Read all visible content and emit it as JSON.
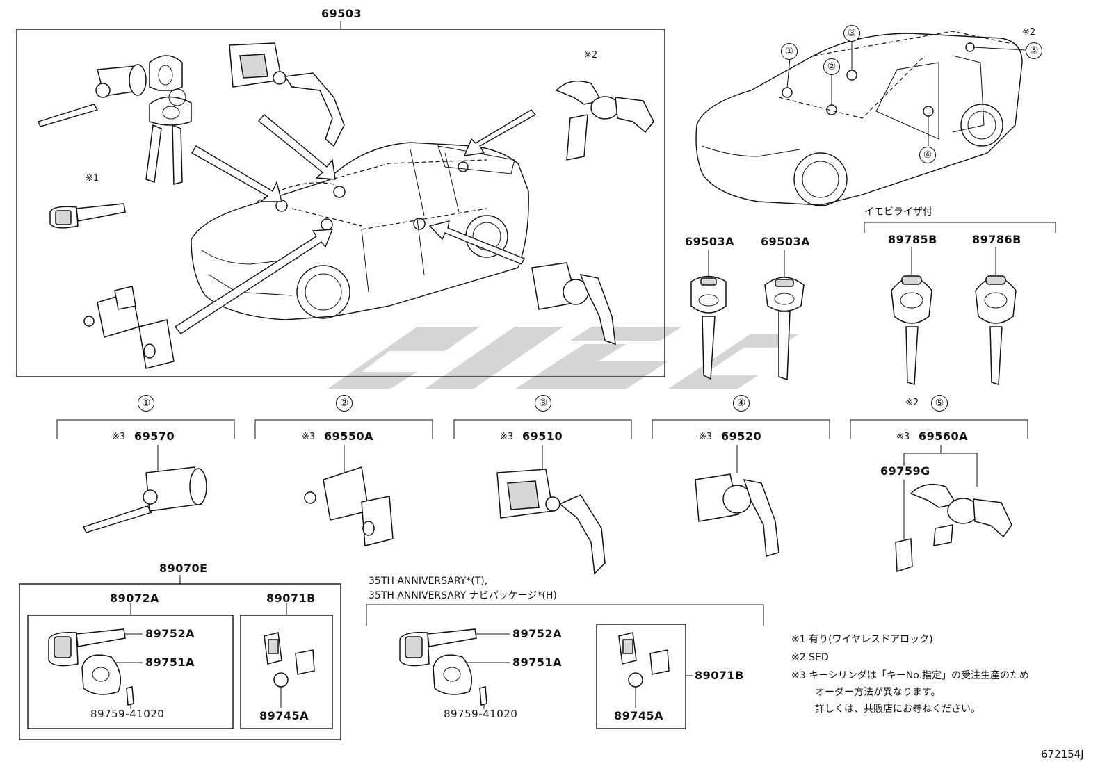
{
  "diagram_id": "672154J",
  "main_set": "69503",
  "upper_keys": {
    "key_a": "69503A",
    "key_b": "69503A"
  },
  "immobilizer": {
    "label": "イモビライザ付",
    "key_a": "89785B",
    "key_b": "89786B"
  },
  "marker_notes": {
    "note1": "※1",
    "note2_main": "※2",
    "note2_car": "※2",
    "note2_group5": "※2"
  },
  "car_markers": [
    "①",
    "②",
    "③",
    "④",
    "⑤"
  ],
  "groups": [
    {
      "marker": "①",
      "prefix": "※3",
      "part": "69570"
    },
    {
      "marker": "②",
      "prefix": "※3",
      "part": "69550A"
    },
    {
      "marker": "③",
      "prefix": "※3",
      "part": "69510"
    },
    {
      "marker": "④",
      "prefix": "※3",
      "part": "69520"
    },
    {
      "marker": "⑤",
      "prefix": "※3",
      "part": "69560A",
      "sub_part": "69759G"
    }
  ],
  "key_kit": {
    "kit": "89070E",
    "sub_a": "89072A",
    "sub_b": "89071B",
    "blade": "89752A",
    "head": "89751A",
    "screw": "89759-41020",
    "battery": "89745A"
  },
  "anniversary": {
    "line1": "35TH ANNIVERSARY*(T),",
    "line2": "35TH ANNIVERSARY ナビパッケージ*(H)",
    "blade": "89752A",
    "head": "89751A",
    "screw": "89759-41020",
    "transmitter": "89071B",
    "battery": "89745A"
  },
  "footnotes": {
    "n1": "※1 有り(ワイヤレスドアロック)",
    "n2": "※2 SED",
    "n3a": "※3 キーシリンダは「キーNo.指定」の受注生産のため",
    "n3b": "オーダー方法が異なります。",
    "n3c": "詳しくは、共販店にお尋ねください。"
  }
}
